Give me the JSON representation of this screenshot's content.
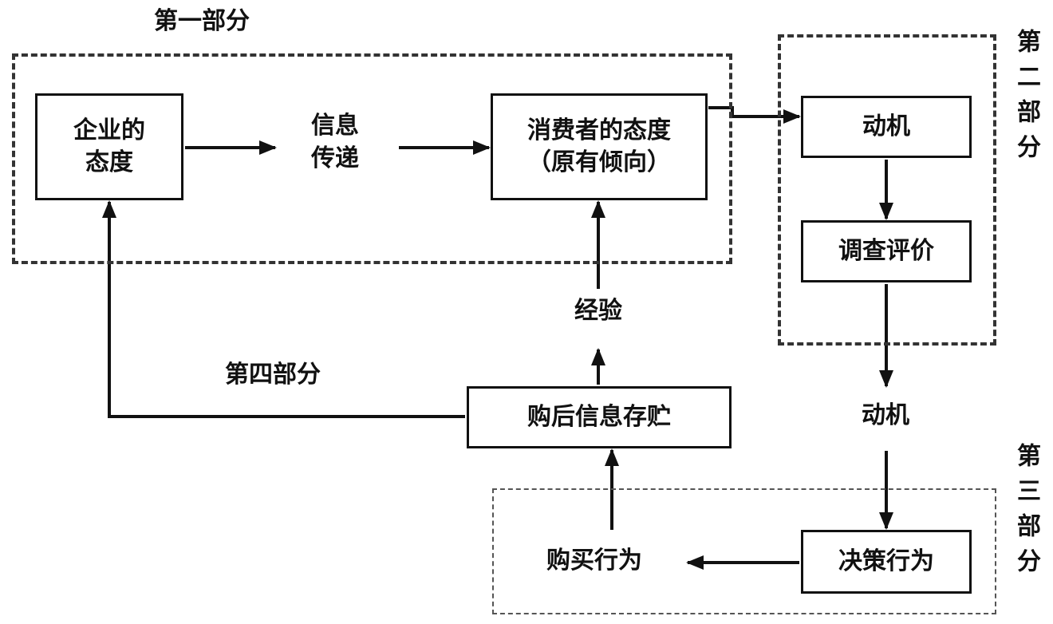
{
  "groups": {
    "part1": {
      "label": "第一部分"
    },
    "part2": {
      "label": "第二部分"
    },
    "part3": {
      "label": "第三部分"
    },
    "part4": {
      "label": "第四部分"
    }
  },
  "nodes": {
    "corporate_attitude": {
      "line1": "企业的",
      "line2": "态度"
    },
    "info_transfer": {
      "line1": "信息",
      "line2": "传递"
    },
    "consumer_attitude": {
      "line1": "消费者的态度",
      "line2": "（原有倾向）"
    },
    "motive_top": {
      "text": "动机"
    },
    "evaluation": {
      "text": "调查评价"
    },
    "motive_mid": {
      "text": "动机"
    },
    "decision": {
      "text": "决策行为"
    },
    "purchase": {
      "text": "购买行为"
    },
    "post_purchase": {
      "text": "购后信息存贮"
    },
    "experience": {
      "text": "经验"
    }
  },
  "colors": {
    "line": "#111111",
    "group_border": "#333333",
    "background": "#ffffff"
  }
}
